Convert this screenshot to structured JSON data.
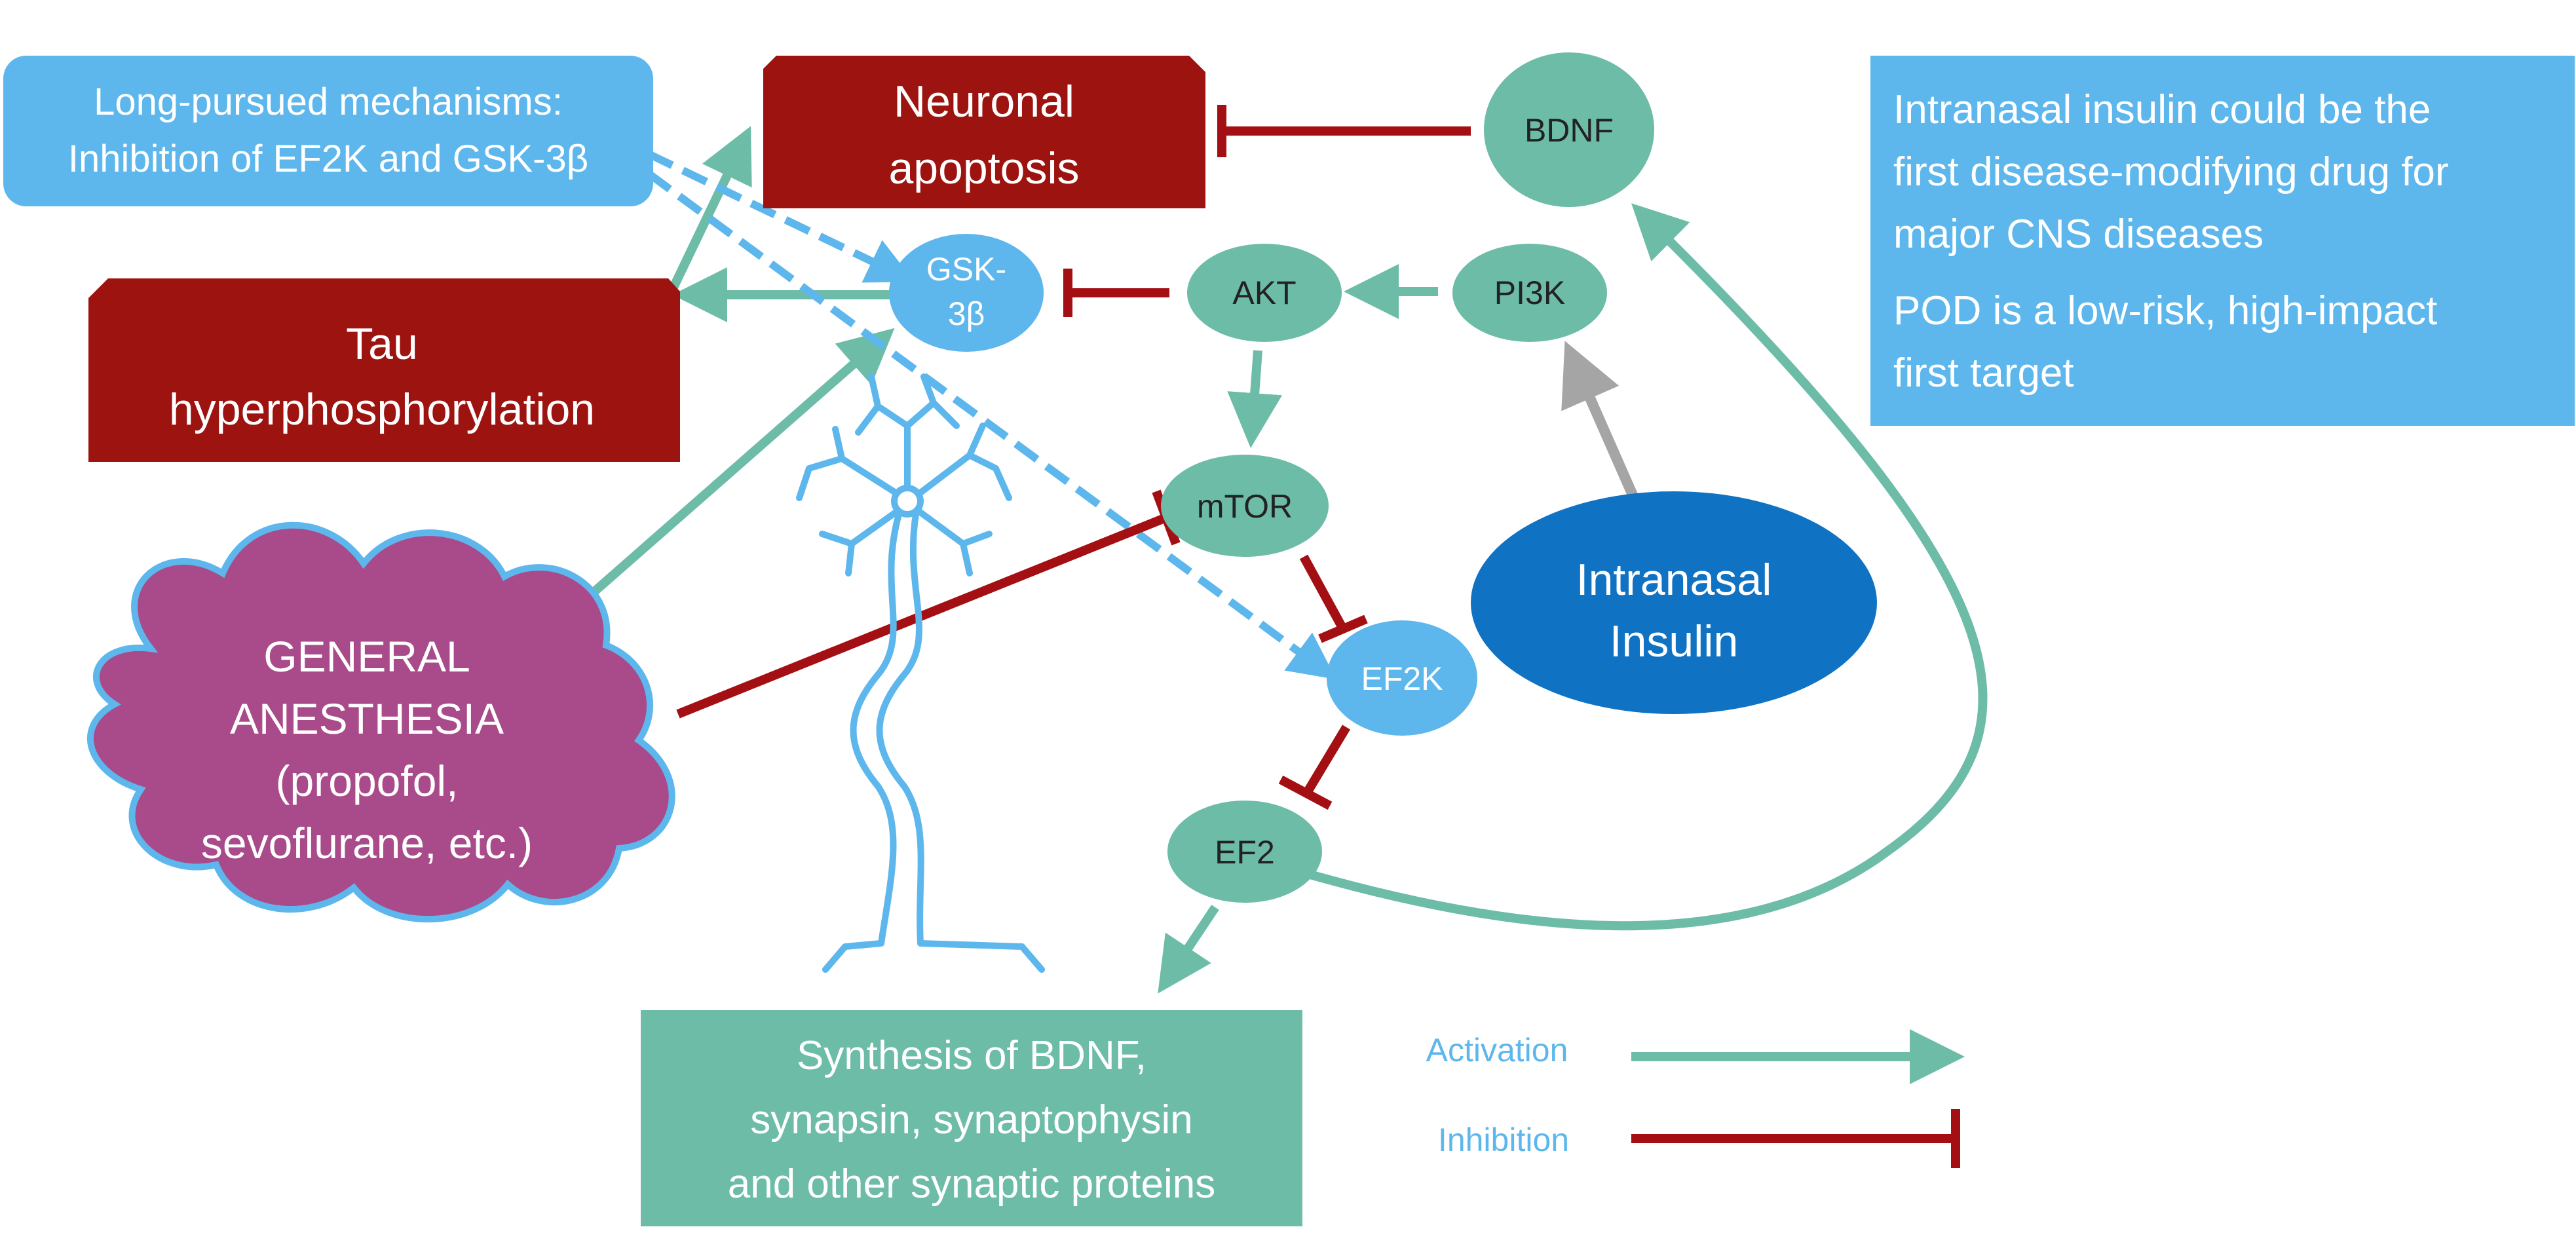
{
  "long_pursued": {
    "line1": "Long-pursued mechanisms:",
    "line2": "Inhibition of EF2K and GSK-3β"
  },
  "neuronal_apoptosis": {
    "line1": "Neuronal",
    "line2": "apoptosis"
  },
  "tau": {
    "line1": "Tau",
    "line2": "hyperphosphorylation"
  },
  "nodes": {
    "bdnf": "BDNF",
    "pi3k": "PI3K",
    "akt": "AKT",
    "gsk3b_line1": "GSK-",
    "gsk3b_line2": "3β",
    "mtor": "mTOR",
    "ef2k": "EF2K",
    "ef2": "EF2"
  },
  "intranasal": {
    "line1": "Intranasal",
    "line2": "Insulin"
  },
  "anesthesia": {
    "line1": "GENERAL",
    "line2": "ANESTHESIA",
    "line3": "(propofol,",
    "line4": "sevoflurane, etc.)"
  },
  "synthesis": {
    "line1": "Synthesis of BDNF,",
    "line2": "synapsin, synaptophysin",
    "line3": "and other synaptic proteins"
  },
  "info_box": {
    "line1": "Intranasal insulin could be the",
    "line2": "first disease-modifying drug for",
    "line3": "major CNS diseases",
    "line4": "POD is a low-risk, high-impact",
    "line5": "first target"
  },
  "legend": {
    "activation": "Activation",
    "inhibition": "Inhibition"
  },
  "colors": {
    "activation": "#6dbca8",
    "inhibition": "#a30f12",
    "dark_red_box": "#9c130f",
    "light_blue": "#5db7ec",
    "dark_blue": "#0f72c2",
    "purple": "#a94b8a",
    "gray_arrow": "#a5a5a5"
  }
}
